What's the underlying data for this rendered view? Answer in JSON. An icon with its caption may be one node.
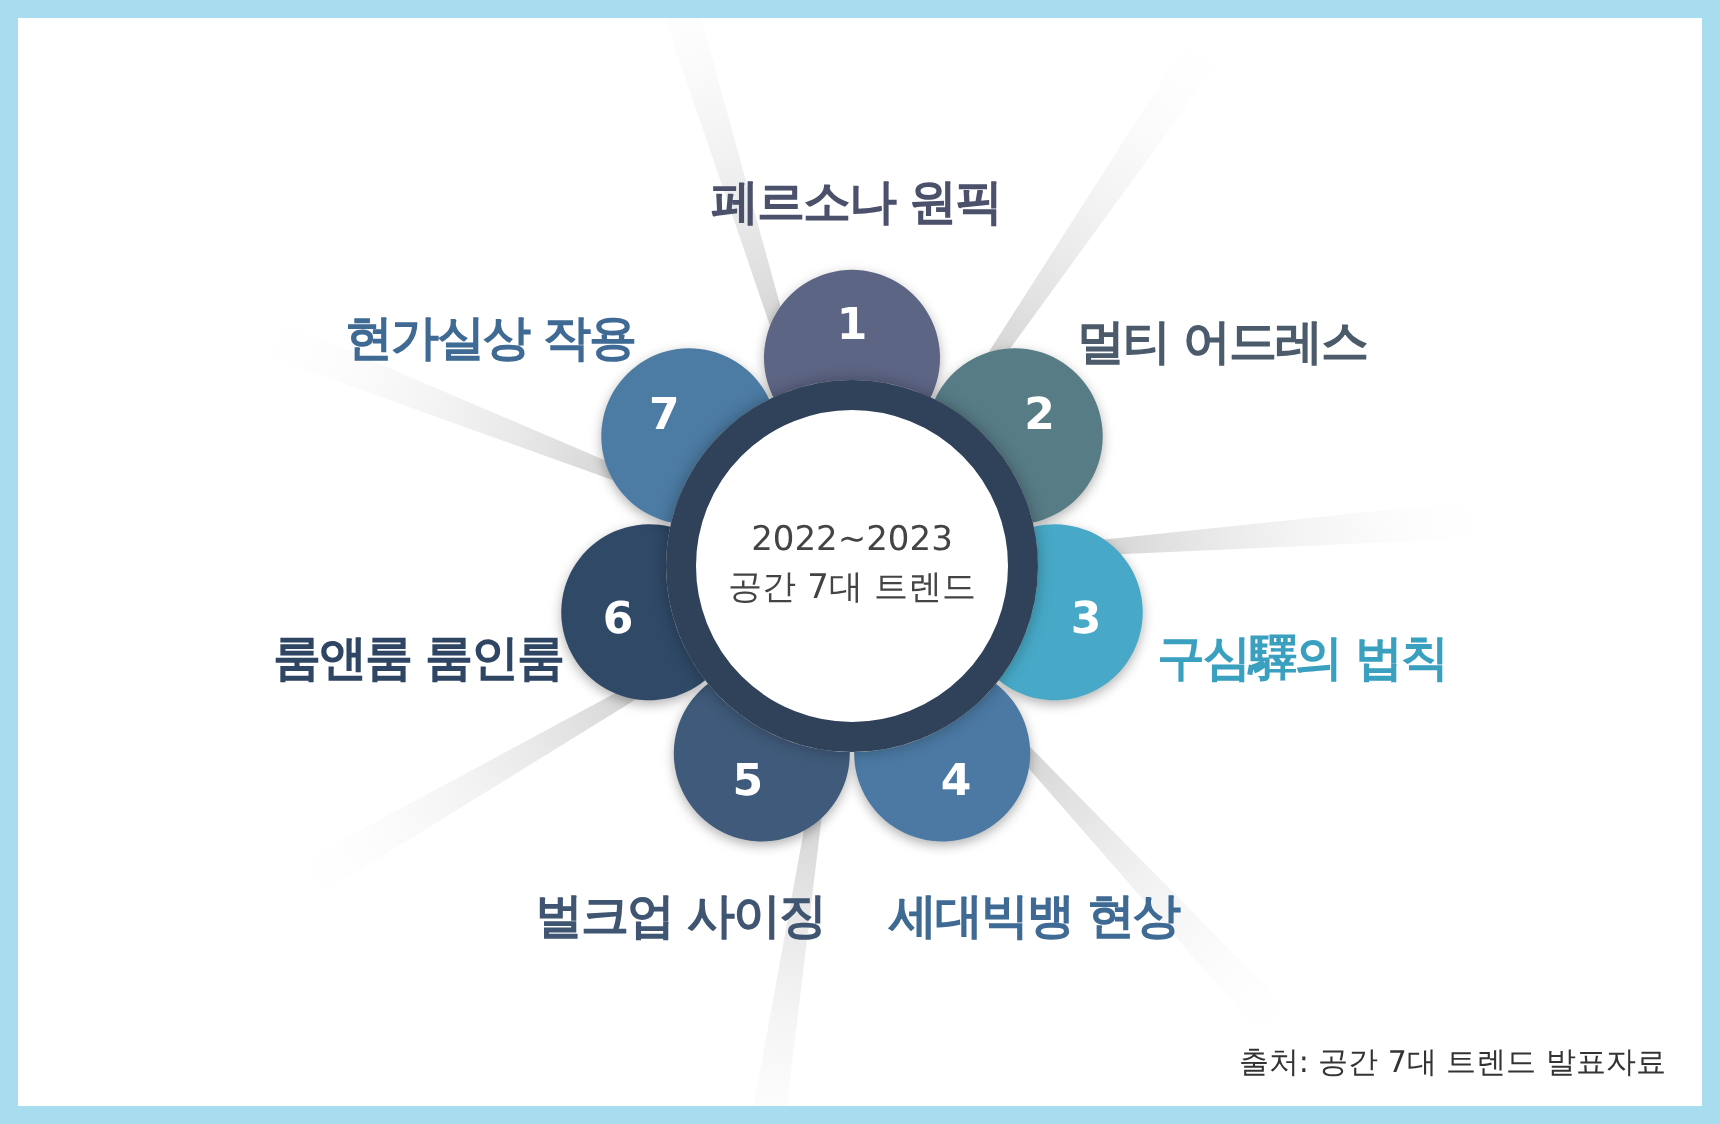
{
  "diagram": {
    "nodes": [
      {
        "text": [
          "2022~2023 공간 7대 트렌드"
        ]
      },
      {
        "text": [
          "1"
        ],
        "beside": [
          "페르소나 원픽"
        ]
      },
      {
        "text": [
          "2"
        ],
        "beside": [
          "멀티 어드레스"
        ]
      },
      {
        "text": [
          "3"
        ],
        "beside": [
          "구심驛의 법칙"
        ]
      },
      {
        "text": [
          "4"
        ],
        "beside": [
          "세대빅뱅 현상"
        ]
      },
      {
        "text": [
          "5"
        ],
        "beside": [
          "벌크업 사이징"
        ]
      },
      {
        "text": [
          "6"
        ],
        "beside": [
          "룸앤룸 룸인룸"
        ]
      },
      {
        "text": [
          "7"
        ],
        "beside": [
          "현가실상 작용"
        ]
      }
    ],
    "labels": [
      "출처: 공간 7대 트렌드 발표자료"
    ]
  }
}
